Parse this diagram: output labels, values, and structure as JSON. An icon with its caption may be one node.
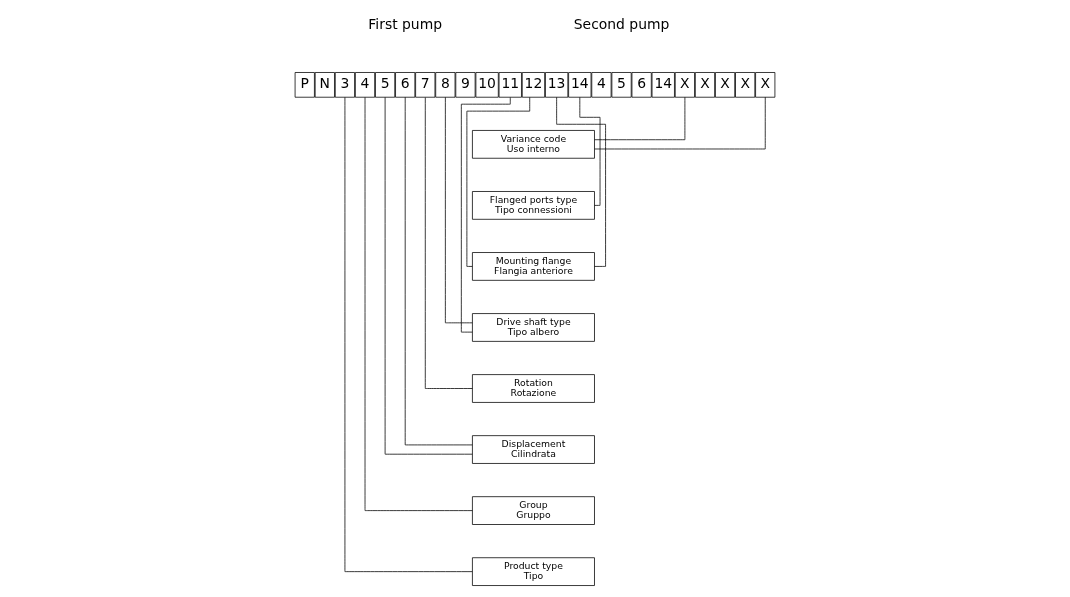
{
  "diagram": {
    "nodes": [
      {
        "text": [
          "P"
        ]
      },
      {
        "text": [
          "N"
        ]
      },
      {
        "text": [
          "3"
        ]
      },
      {
        "text": [
          "4"
        ]
      },
      {
        "text": [
          "5"
        ]
      },
      {
        "text": [
          "6"
        ]
      },
      {
        "text": [
          "7"
        ]
      },
      {
        "text": [
          "8"
        ]
      },
      {
        "text": [
          "9"
        ]
      },
      {
        "text": [
          "10"
        ]
      },
      {
        "text": [
          "11"
        ]
      },
      {
        "text": [
          "12"
        ]
      },
      {
        "text": [
          "13"
        ]
      },
      {
        "text": [
          "14"
        ]
      },
      {
        "text": [
          "4"
        ]
      },
      {
        "text": [
          "5"
        ]
      },
      {
        "text": [
          "6"
        ]
      },
      {
        "text": [
          "14"
        ]
      },
      {
        "text": [
          "X"
        ]
      },
      {
        "text": [
          "X"
        ]
      },
      {
        "text": [
          "X"
        ]
      },
      {
        "text": [
          "X"
        ]
      },
      {
        "text": [
          "X"
        ]
      },
      {
        "text": [
          "Variance code",
          "Uso interno"
        ]
      },
      {
        "text": [
          "Flanged ports type",
          "Tipo connessioni"
        ]
      },
      {
        "text": [
          "Mounting flange",
          "Flangia anteriore"
        ]
      },
      {
        "text": [
          "Drive shaft type",
          "Tipo albero"
        ]
      },
      {
        "text": [
          "Rotation",
          "Rotazione"
        ]
      },
      {
        "text": [
          "Displacement",
          "Cilindrata"
        ]
      },
      {
        "text": [
          "Group",
          "Gruppo"
        ]
      },
      {
        "text": [
          "Product type",
          "Tipo"
        ]
      }
    ],
    "edges": [
      {
        "from": 18,
        "to": 23,
        "arrow": "none"
      },
      {
        "from": 22,
        "to": 23,
        "arrow": "none"
      },
      {
        "from": 13,
        "to": 24,
        "arrow": "none"
      },
      {
        "from": 11,
        "to": 25,
        "arrow": "none"
      },
      {
        "from": 12,
        "to": 25,
        "arrow": "none"
      },
      {
        "from": 7,
        "to": 26,
        "arrow": "none"
      },
      {
        "from": 10,
        "to": 26,
        "arrow": "none"
      },
      {
        "from": 6,
        "to": 27,
        "arrow": "none"
      },
      {
        "from": 4,
        "to": 28,
        "arrow": "none"
      },
      {
        "from": 5,
        "to": 28,
        "arrow": "none"
      },
      {
        "from": 3,
        "to": 29,
        "arrow": "none"
      },
      {
        "from": 2,
        "to": 30,
        "arrow": "none"
      }
    ],
    "labels": [
      "First pump",
      "Second pump"
    ]
  }
}
